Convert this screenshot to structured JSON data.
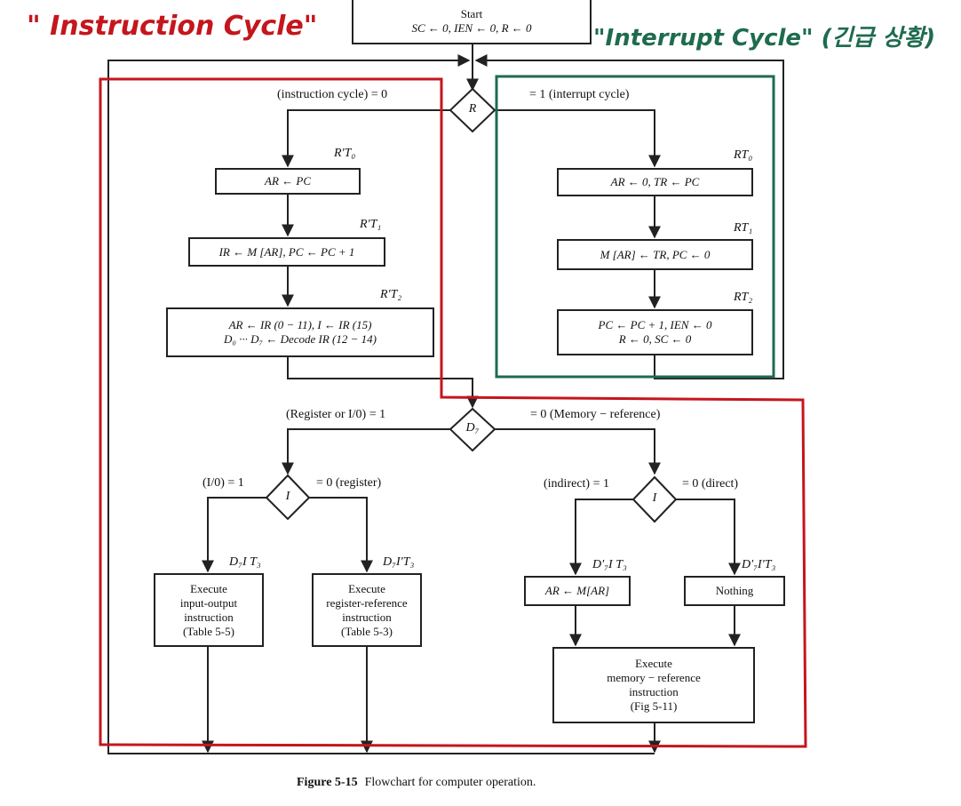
{
  "annotations": {
    "instruction_note": "\" Instruction Cycle\"",
    "interrupt_note": "\"Interrupt Cycle\" (긴급 상황)"
  },
  "start": {
    "line1": "Start",
    "line2": "SC ← 0, IEN ← 0, R ← 0"
  },
  "decision_r": {
    "label": "R",
    "left_branch": "(instruction cycle) = 0",
    "right_branch": "= 1 (interrupt cycle)"
  },
  "instruction_steps": [
    {
      "timing": "R′T₀",
      "lines": [
        "AR ← PC"
      ]
    },
    {
      "timing": "R′T₁",
      "lines": [
        "IR ← M [AR], PC ← PC + 1"
      ]
    },
    {
      "timing": "R′T₂",
      "lines": [
        "AR ← IR (0 − 11), I ← IR (15)",
        "D₀ ··· D₇ ← Decode IR (12 − 14)"
      ]
    }
  ],
  "interrupt_steps": [
    {
      "timing": "RT₀",
      "lines": [
        "AR ← 0, TR ← PC"
      ]
    },
    {
      "timing": "RT₁",
      "lines": [
        "M [AR] ← TR, PC ← 0"
      ]
    },
    {
      "timing": "RT₂",
      "lines": [
        "PC ← PC + 1, IEN ← 0",
        "R ← 0, SC ← 0"
      ]
    }
  ],
  "decision_d7": {
    "label": "D₇",
    "left_branch": "(Register or I/0) = 1",
    "right_branch": "= 0 (Memory − reference)"
  },
  "decision_i_left": {
    "label": "I",
    "left_branch": "(I/0) = 1",
    "right_branch": "= 0 (register)"
  },
  "decision_i_right": {
    "label": "I",
    "left_branch": "(indirect) = 1",
    "right_branch": "= 0 (direct)"
  },
  "execute_boxes": {
    "io": {
      "timing": "D₇I T₃",
      "lines": [
        "Execute",
        "input-output",
        "instruction",
        "(Table 5-5)"
      ]
    },
    "reg": {
      "timing": "D₇I′T₃",
      "lines": [
        "Execute",
        "register-reference",
        "instruction",
        "(Table 5-3)"
      ]
    },
    "indirect": {
      "timing": "D′₇I T₃",
      "lines": [
        "AR ← M[AR]"
      ]
    },
    "direct": {
      "timing": "D′₇I′T₃",
      "lines": [
        "Nothing"
      ]
    },
    "mem": {
      "lines": [
        "Execute",
        "memory − reference",
        "instruction",
        "(Fig 5-11)"
      ]
    }
  },
  "caption": {
    "number": "Figure 5-15",
    "text": "Flowchart for computer operation."
  },
  "colors": {
    "red_highlight": "#c4161c",
    "green_highlight": "#1f6b4f",
    "line": "#222222"
  }
}
